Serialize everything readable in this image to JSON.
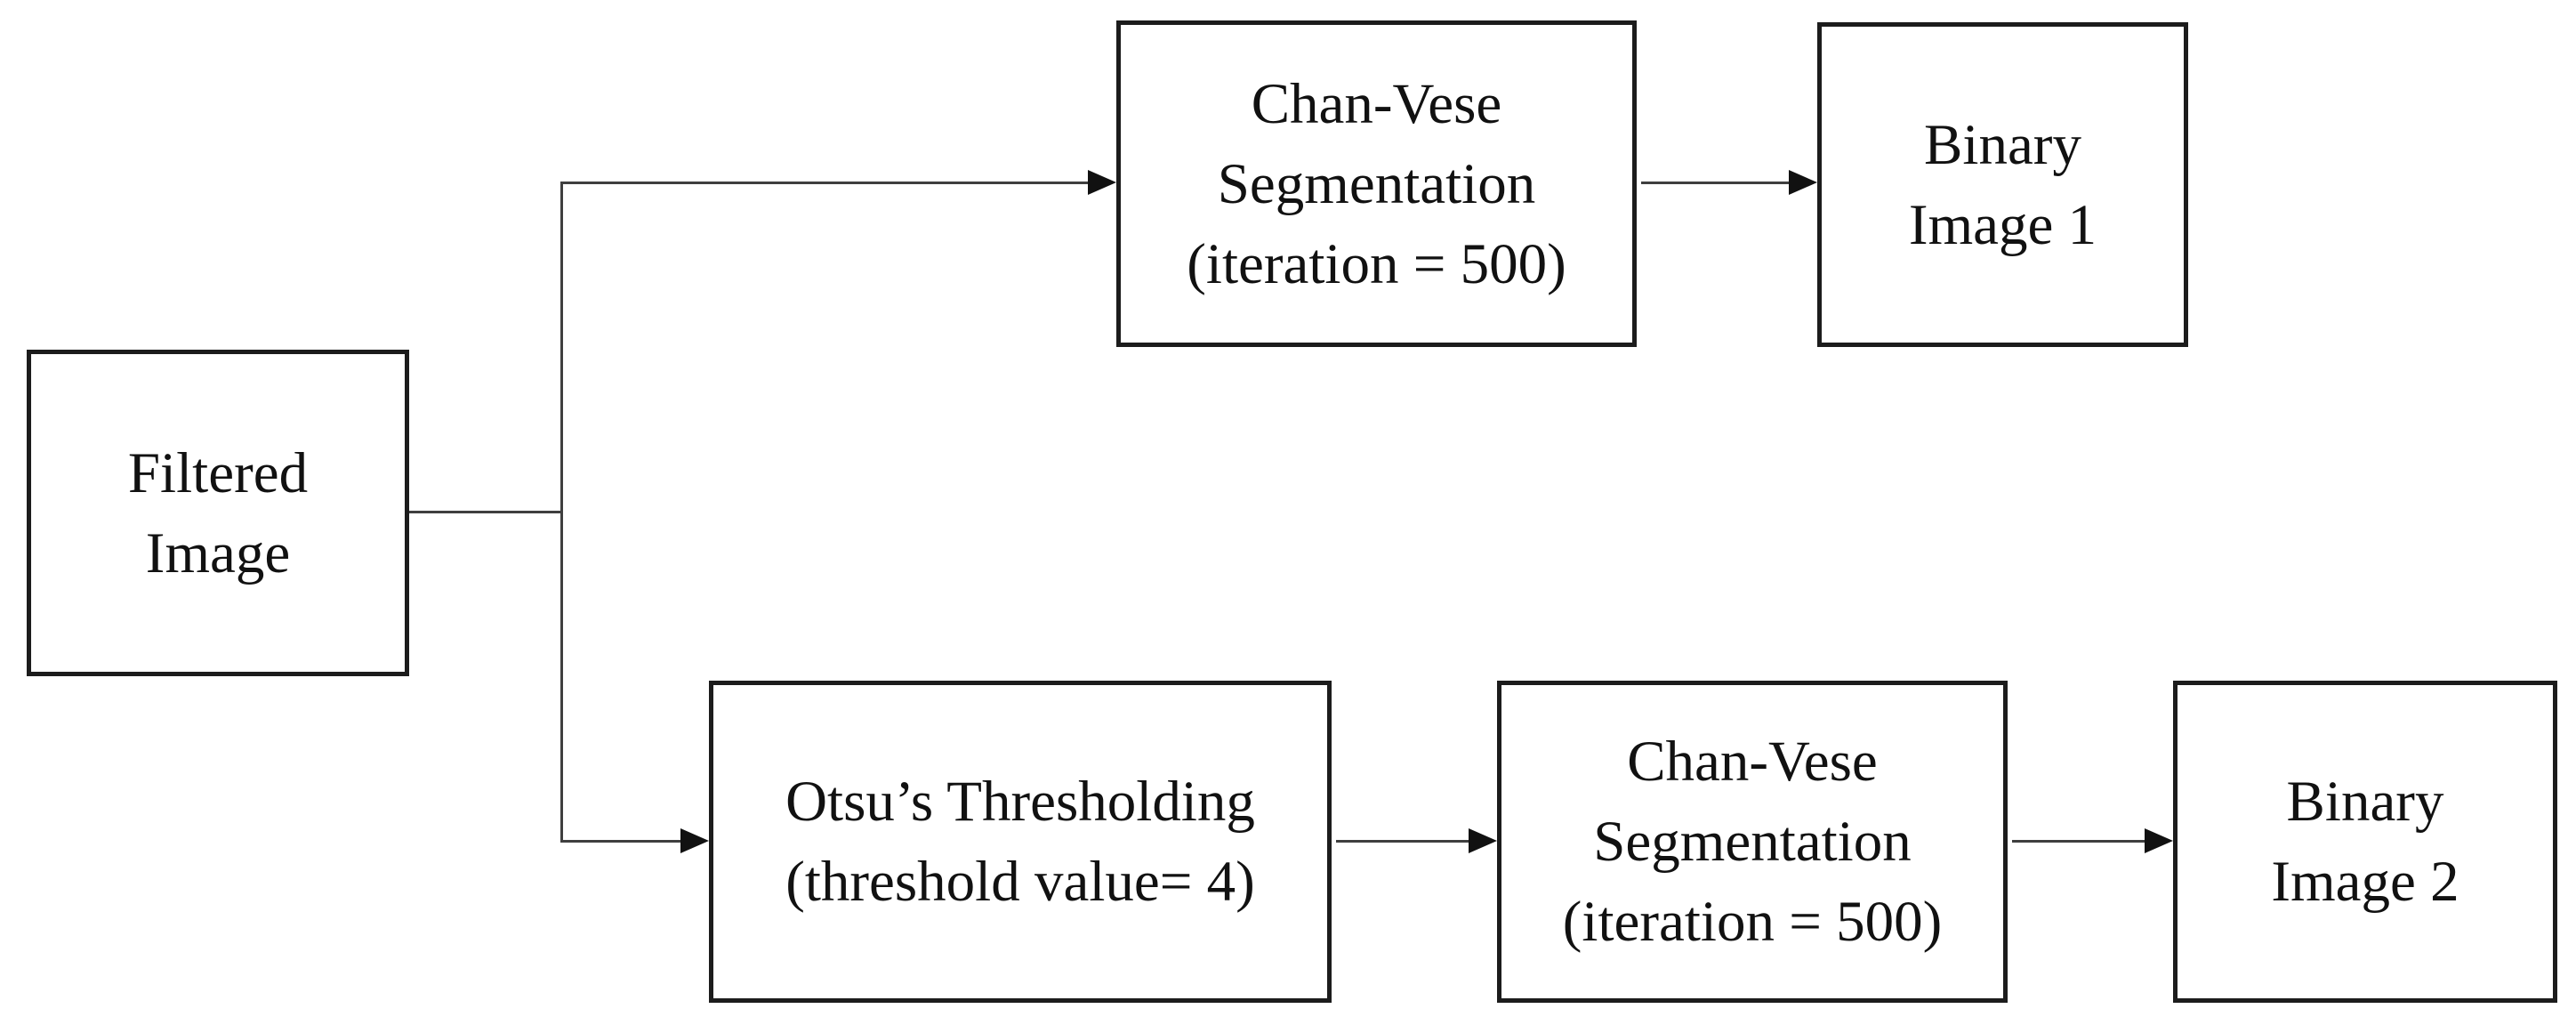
{
  "diagram": {
    "type": "flowchart",
    "background_color": "#ffffff",
    "box_border_color": "#1c1c1c",
    "connector_color": "#3f3f3f",
    "text_color": "#111111",
    "nodes": {
      "filtered_image": {
        "lines": [
          "Filtered",
          "Image"
        ]
      },
      "chan_vese_1": {
        "lines": [
          "Chan-Vese",
          "Segmentation",
          "(iteration = 500)"
        ]
      },
      "binary_image_1": {
        "lines": [
          "Binary",
          "Image 1"
        ]
      },
      "otsu": {
        "lines": [
          "Otsu’s Thresholding",
          "(threshold value= 4)"
        ]
      },
      "chan_vese_2": {
        "lines": [
          "Chan-Vese",
          "Segmentation",
          "(iteration = 500)"
        ]
      },
      "binary_image_2": {
        "lines": [
          "Binary",
          "Image 2"
        ]
      }
    },
    "edges": [
      {
        "from": "filtered_image",
        "to": "chan_vese_1"
      },
      {
        "from": "filtered_image",
        "to": "otsu"
      },
      {
        "from": "chan_vese_1",
        "to": "binary_image_1"
      },
      {
        "from": "otsu",
        "to": "chan_vese_2"
      },
      {
        "from": "chan_vese_2",
        "to": "binary_image_2"
      }
    ]
  }
}
